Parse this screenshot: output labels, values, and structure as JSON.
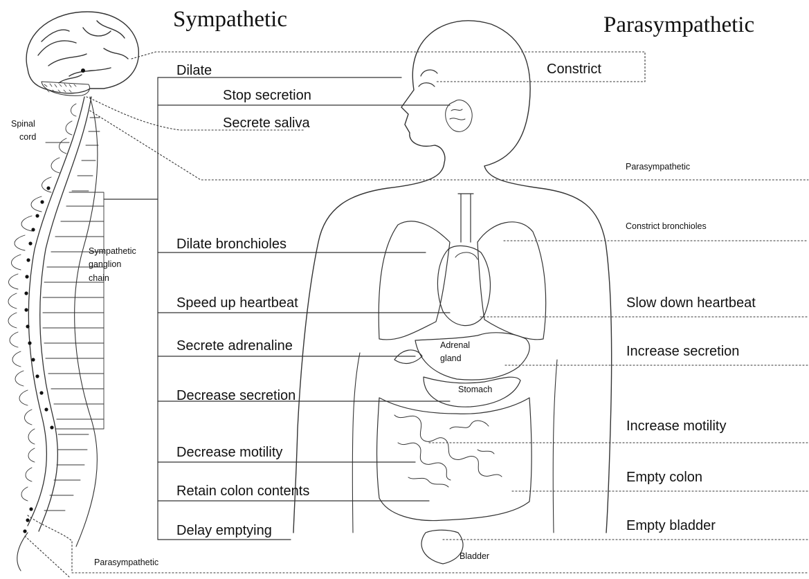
{
  "headers": {
    "sympathetic": "Sympathetic",
    "parasympathetic": "Parasympathetic"
  },
  "anatomy_labels": {
    "spinal_cord": [
      "Spinal",
      "cord"
    ],
    "ganglion_chain": [
      "Sympathetic",
      "ganglion",
      "chain"
    ],
    "adrenal_gland": [
      "Adrenal",
      "gland"
    ],
    "stomach": "Stomach",
    "bladder": "Bladder",
    "parasympathetic_cranial": "Parasympathetic",
    "parasympathetic_sacral": "Parasympathetic"
  },
  "sympathetic_effects": [
    "Dilate",
    "Stop secretion",
    "Secrete saliva",
    "Dilate bronchioles",
    "Speed up heartbeat",
    "Secrete adrenaline",
    "Decrease secretion",
    "Decrease motility",
    "Retain colon contents",
    "Delay emptying"
  ],
  "parasympathetic_effects": [
    "Constrict",
    "Constrict bronchioles",
    "Slow down heartbeat",
    "Increase secretion",
    "Increase motility",
    "Empty colon",
    "Empty bladder"
  ],
  "colors": {
    "line": "#333333",
    "text": "#111111",
    "background": "#ffffff"
  }
}
